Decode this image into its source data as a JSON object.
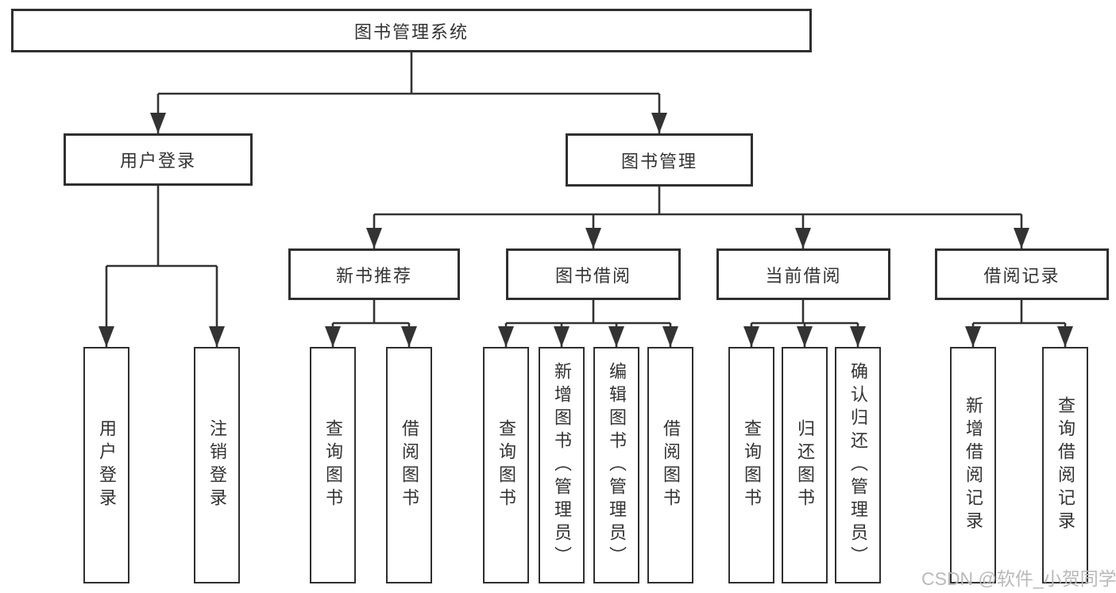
{
  "diagram": {
    "root": {
      "label": "图书管理系统",
      "children": [
        {
          "label": "用户登录",
          "children": [
            {
              "label": "用户登录"
            },
            {
              "label": "注销登录"
            }
          ]
        },
        {
          "label": "图书管理",
          "children": [
            {
              "label": "新书推荐",
              "children": [
                {
                  "label": "查询图书"
                },
                {
                  "label": "借阅图书"
                }
              ]
            },
            {
              "label": "图书借阅",
              "children": [
                {
                  "label": "查询图书"
                },
                {
                  "label": "新增图书（管理员）"
                },
                {
                  "label": "编辑图书（管理员）"
                },
                {
                  "label": "借阅图书"
                }
              ]
            },
            {
              "label": "当前借阅",
              "children": [
                {
                  "label": "查询图书"
                },
                {
                  "label": "归还图书"
                },
                {
                  "label": "确认归还（管理员）"
                }
              ]
            },
            {
              "label": "借阅记录",
              "children": [
                {
                  "label": "新增借阅记录"
                },
                {
                  "label": "查询借阅记录"
                }
              ]
            }
          ]
        }
      ]
    }
  },
  "watermark": {
    "text": "CSDN @软件_小贺同学"
  },
  "colors": {
    "line": "#333333",
    "box_border": "#2f2f2f",
    "text": "#333333",
    "watermark": "#b9b9b9",
    "background": "#ffffff"
  }
}
